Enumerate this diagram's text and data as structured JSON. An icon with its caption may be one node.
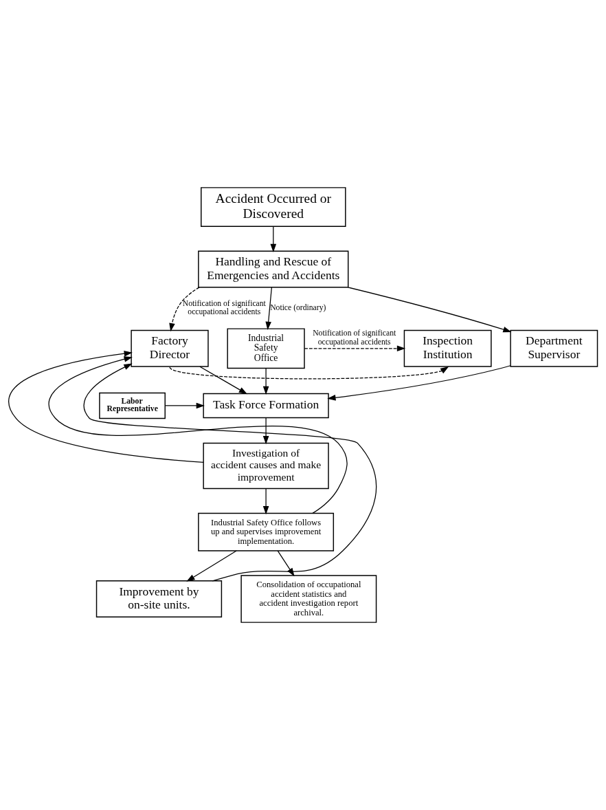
{
  "diagram": {
    "nodes": [
      {
        "text": [
          "Accident Occurred or Discovered"
        ]
      },
      {
        "text": [
          "Handling and Rescue of Emergencies and Accidents"
        ]
      },
      {
        "text": [
          "Factory Director"
        ]
      },
      {
        "text": [
          "Industrial Safety Office"
        ]
      },
      {
        "text": [
          "Department Supervisor"
        ]
      },
      {
        "text": [
          "Inspection Institution"
        ]
      },
      {
        "text": [
          "Labor Representative"
        ]
      },
      {
        "text": [
          "Task Force Formation"
        ]
      },
      {
        "text": [
          "Investigation of accident causes and make improvement"
        ]
      },
      {
        "text": [
          "Industrial Safety Office follows up and supervises improvement implementation."
        ]
      },
      {
        "text": [
          "Improvement by on-site units."
        ]
      },
      {
        "text": [
          "Consolidation of occupational accident statistics and accident investigation report archival."
        ]
      }
    ],
    "edges": [
      {
        "from": 0,
        "to": 1,
        "arrow": "to"
      },
      {
        "from": 1,
        "to": 3,
        "arrow": "to",
        "label": "Notice (ordinary)"
      },
      {
        "from": 1,
        "to": 4,
        "arrow": "to"
      },
      {
        "from": 1,
        "to": 2,
        "arrow": "to",
        "style": "dashed",
        "label": "Notification of significant occupational accidents"
      },
      {
        "from": 2,
        "to": 7,
        "arrow": "to"
      },
      {
        "from": 3,
        "to": 7,
        "arrow": "to"
      },
      {
        "from": 4,
        "to": 7,
        "arrow": "to"
      },
      {
        "from": 2,
        "to": 5,
        "arrow": "to",
        "style": "dashed"
      },
      {
        "from": 3,
        "to": 5,
        "arrow": "to",
        "style": "dashed",
        "label": "Notification of significant occupational accidents"
      },
      {
        "from": 6,
        "to": 7,
        "arrow": "to"
      },
      {
        "from": 7,
        "to": 8,
        "arrow": "to"
      },
      {
        "from": 8,
        "to": 9,
        "arrow": "to"
      },
      {
        "from": 9,
        "to": 10,
        "arrow": "to"
      },
      {
        "from": 9,
        "to": 11,
        "arrow": "to"
      },
      {
        "from": 8,
        "to": 2,
        "arrow": "to"
      },
      {
        "from": 9,
        "to": 2,
        "arrow": "to"
      },
      {
        "from": 10,
        "to": 2,
        "arrow": "to"
      }
    ]
  }
}
